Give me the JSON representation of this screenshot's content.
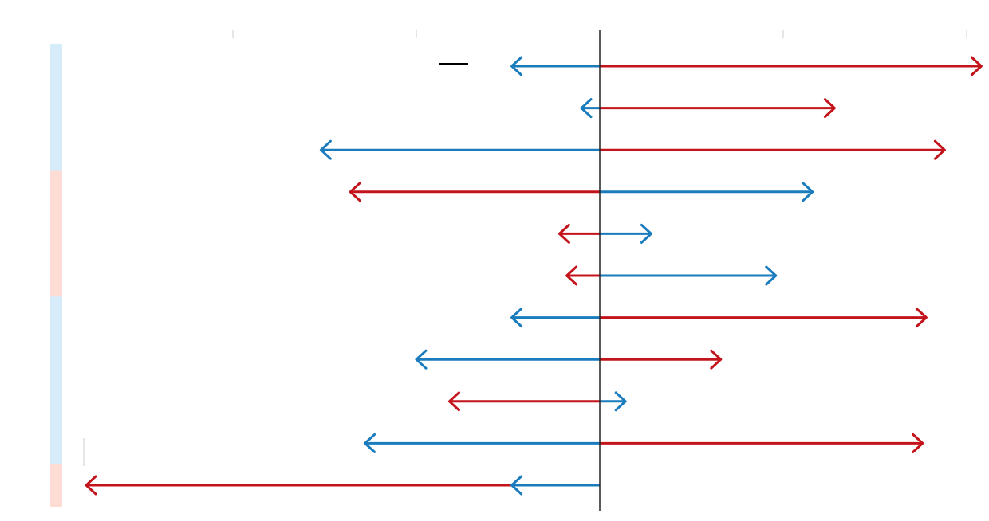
{
  "chart_data": {
    "type": "diverging-arrows",
    "title": "",
    "xlabel": "",
    "ylabel": "",
    "x_range": [
      -7.1,
      5.35
    ],
    "baseline": 0,
    "grid": false,
    "legend": "none",
    "rows": [
      {
        "group": "blue",
        "left": {
          "value": -1.2,
          "color": "blue"
        },
        "right": {
          "value": 5.2,
          "color": "red"
        }
      },
      {
        "group": "blue",
        "left": {
          "value": -0.25,
          "color": "blue"
        },
        "right": {
          "value": 3.2,
          "color": "red"
        }
      },
      {
        "group": "blue",
        "left": {
          "value": -3.8,
          "color": "blue"
        },
        "right": {
          "value": 4.7,
          "color": "red"
        }
      },
      {
        "group": "red",
        "left": {
          "value": -3.4,
          "color": "red"
        },
        "right": {
          "value": 2.9,
          "color": "blue"
        }
      },
      {
        "group": "red",
        "left": {
          "value": -0.55,
          "color": "red"
        },
        "right": {
          "value": 0.7,
          "color": "blue"
        }
      },
      {
        "group": "red",
        "left": {
          "value": -0.45,
          "color": "red"
        },
        "right": {
          "value": 2.4,
          "color": "blue"
        }
      },
      {
        "group": "blue",
        "left": {
          "value": -1.2,
          "color": "blue"
        },
        "right": {
          "value": 4.45,
          "color": "red"
        }
      },
      {
        "group": "blue",
        "left": {
          "value": -2.5,
          "color": "blue"
        },
        "right": {
          "value": 1.65,
          "color": "red"
        }
      },
      {
        "group": "blue",
        "left": {
          "value": -2.05,
          "color": "red"
        },
        "right": {
          "value": 0.35,
          "color": "blue"
        }
      },
      {
        "group": "blue",
        "left": {
          "value": -3.2,
          "color": "blue"
        },
        "right": {
          "value": 4.4,
          "color": "red"
        }
      },
      {
        "group": "red",
        "left": {
          "value": -7.0,
          "color": "red"
        },
        "right": {
          "value": 0,
          "color": "blue",
          "inner": -1.2
        }
      }
    ]
  },
  "colors": {
    "blue": "#1a7bbd",
    "red": "#c4141b",
    "band_blue": "#d7ecfb",
    "band_red": "#fddcd6",
    "axis": "#222222",
    "tick": "#cccccc"
  }
}
